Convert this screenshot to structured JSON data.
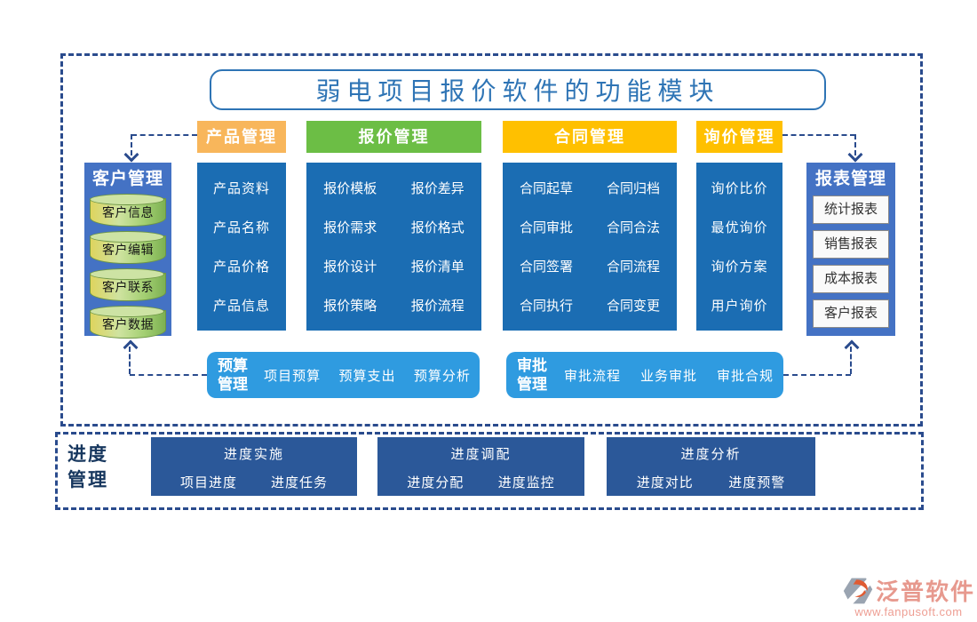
{
  "title": "弱电项目报价软件的功能模块",
  "customer": {
    "title": "客户管理",
    "items": [
      "客户信息",
      "客户编辑",
      "客户联系",
      "客户数据"
    ]
  },
  "product": {
    "header": "产品管理",
    "items": [
      "产品资料",
      "产品名称",
      "产品价格",
      "产品信息"
    ]
  },
  "quote": {
    "header": "报价管理",
    "rows": [
      {
        "l": "报价模板",
        "r": "报价差异"
      },
      {
        "l": "报价需求",
        "r": "报价格式"
      },
      {
        "l": "报价设计",
        "r": "报价清单"
      },
      {
        "l": "报价策略",
        "r": "报价流程"
      }
    ]
  },
  "contract": {
    "header": "合同管理",
    "rows": [
      {
        "l": "合同起草",
        "r": "合同归档"
      },
      {
        "l": "合同审批",
        "r": "合同合法"
      },
      {
        "l": "合同签署",
        "r": "合同流程"
      },
      {
        "l": "合同执行",
        "r": "合同变更"
      }
    ]
  },
  "inquiry": {
    "header": "询价管理",
    "items": [
      "询价比价",
      "最优询价",
      "询价方案",
      "用户询价"
    ]
  },
  "report": {
    "title": "报表管理",
    "items": [
      "统计报表",
      "销售报表",
      "成本报表",
      "客户报表"
    ]
  },
  "budget": {
    "line1": "预算",
    "line2": "管理",
    "items": [
      "项目预算",
      "预算支出",
      "预算分析"
    ]
  },
  "approval": {
    "line1": "审批",
    "line2": "管理",
    "items": [
      "审批流程",
      "业务审批",
      "审批合规"
    ]
  },
  "progress": {
    "line1": "进度",
    "line2": "管理",
    "groups": [
      {
        "title": "进度实施",
        "items": [
          "项目进度",
          "进度任务"
        ]
      },
      {
        "title": "进度调配",
        "items": [
          "进度分配",
          "进度监控"
        ]
      },
      {
        "title": "进度分析",
        "items": [
          "进度对比",
          "进度预警"
        ]
      }
    ]
  },
  "footer": {
    "brand": "泛普软件",
    "url": "www.fanpusoft.com"
  },
  "colors": {
    "dashed_border_navy": "#2a4b8d",
    "title_blue": "#2e74b5",
    "column_blue": "#1b6db3",
    "side_box_blue": "#4472c4",
    "light_blue_bar": "#2f9be0",
    "progress_box_blue": "#2b5899",
    "product_header_orange": "#f8b65b",
    "quote_header_green": "#6cbe45",
    "contract_inquiry_gold": "#ffc000",
    "cylinder_green": "#a3cf72",
    "brand_salmon": "#e7998e"
  }
}
